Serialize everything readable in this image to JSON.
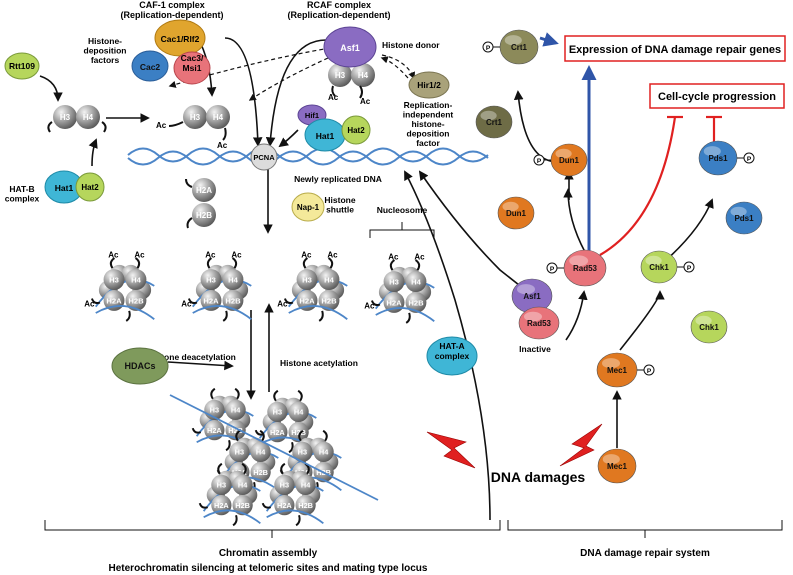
{
  "colors": {
    "green_light": "#b6d65c",
    "green_olive": "#7f9a5c",
    "blue": "#3b7fc4",
    "cyan": "#3fb6d6",
    "purple": "#8a6cc2",
    "orange": "#e07820",
    "red_pink": "#e8737a",
    "yellow": "#f4e99a",
    "olive_dark": "#8c8a5a",
    "red": "#e02020",
    "dark_blue": "#2f55a8",
    "dna": "#4d86c8",
    "histone": "#8f8f8f"
  },
  "proteins": {
    "rtt109": "Rtt109",
    "cac1": "Cac1/Rlf2",
    "cac2": "Cac2",
    "cac3": "Cac3/\nMsi1",
    "asf1": "Asf1",
    "hir": "Hir1/2",
    "hif1": "Hif1",
    "hat1": "Hat1",
    "hat2": "Hat2",
    "hatb_hat1": "Hat1",
    "hatb_hat2": "Hat2",
    "pcna": "PCNA",
    "nap1": "Nap-1",
    "hdacs": "HDACs",
    "hata": "HAT-A\ncomplex",
    "crt1_p": "Crt1",
    "crt1": "Crt1",
    "dun1_p": "Dun1",
    "dun1": "Dun1",
    "pds1_p": "Pds1",
    "pds1": "Pds1",
    "rad53_p": "Rad53",
    "asf1_c": "Asf1",
    "rad53_c": "Rad53",
    "chk1_p": "Chk1",
    "chk1": "Chk1",
    "mec1_p": "Mec1",
    "mec1": "Mec1"
  },
  "histone_labels": {
    "h3": "H3",
    "h4": "H4",
    "h2a": "H2A",
    "h2b": "H2B",
    "ac": "Ac",
    "p": "P"
  },
  "labels": {
    "caf1": "CAF-1 complex\n(Replication-dependent)",
    "rcaf": "RCAF complex\n(Replication-dependent)",
    "deposition": "Histone-\ndeposition\nfactors",
    "histone_donor": "Histone donor",
    "hir_desc": "Replication-\nindependent\nhistone-\ndeposition\nfactor",
    "hatb": "HAT-B\ncomplex",
    "new_dna": "Newly replicated DNA",
    "histone_shuttle": "Histone\nshuttle",
    "nucleosome": "Nucleosome",
    "deacetylation": "Histone deacetylation",
    "acetylation": "Histone acetylation",
    "inactive": "Inactive",
    "dna_damages": "DNA damages",
    "chromatin_assembly": "Chromatin assembly",
    "heterochromatin": "Heterochromatin silencing at telomeric sites and mating type locus",
    "repair_system": "DNA damage repair system",
    "expression": "Expression of DNA damage repair genes",
    "cell_cycle": "Cell-cycle progression"
  }
}
